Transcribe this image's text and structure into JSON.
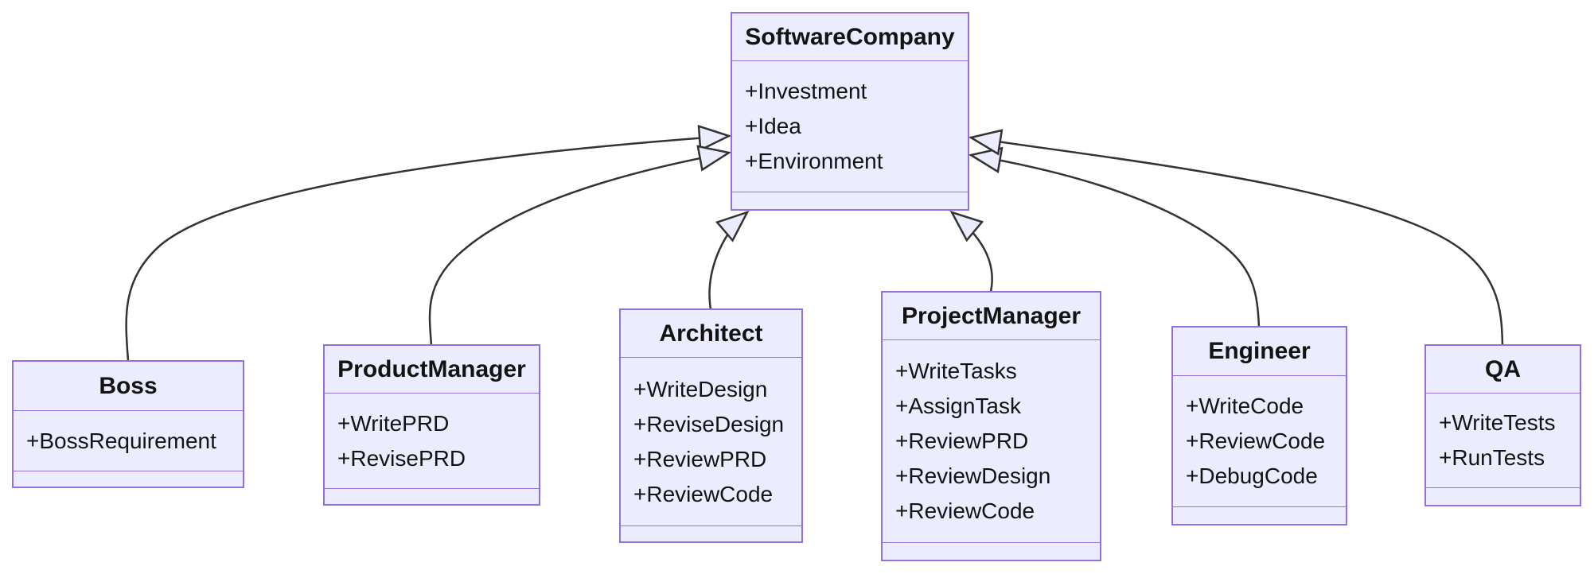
{
  "diagram": {
    "kind": "uml-class-diagram",
    "colors": {
      "node_fill": "#ECECFF",
      "node_border": "#9370DB",
      "edge_stroke": "#333333",
      "text": "#131313",
      "background": "#ffffff"
    },
    "classes": [
      {
        "id": "SoftwareCompany",
        "name": "SoftwareCompany",
        "attributes": [
          "+Investment",
          "+Idea",
          "+Environment"
        ],
        "methods": []
      },
      {
        "id": "Boss",
        "name": "Boss",
        "attributes": [
          "+BossRequirement"
        ],
        "methods": []
      },
      {
        "id": "ProductManager",
        "name": "ProductManager",
        "attributes": [
          "+WritePRD",
          "+RevisePRD"
        ],
        "methods": []
      },
      {
        "id": "Architect",
        "name": "Architect",
        "attributes": [
          "+WriteDesign",
          "+ReviseDesign",
          "+ReviewPRD",
          "+ReviewCode"
        ],
        "methods": []
      },
      {
        "id": "ProjectManager",
        "name": "ProjectManager",
        "attributes": [
          "+WriteTasks",
          "+AssignTask",
          "+ReviewPRD",
          "+ReviewDesign",
          "+ReviewCode"
        ],
        "methods": []
      },
      {
        "id": "Engineer",
        "name": "Engineer",
        "attributes": [
          "+WriteCode",
          "+ReviewCode",
          "+DebugCode"
        ],
        "methods": []
      },
      {
        "id": "QA",
        "name": "QA",
        "attributes": [
          "+WriteTests",
          "+RunTests"
        ],
        "methods": []
      }
    ],
    "relations": [
      {
        "from": "Boss",
        "to": "SoftwareCompany",
        "type": "inheritance",
        "arrowhead": "hollow-triangle"
      },
      {
        "from": "ProductManager",
        "to": "SoftwareCompany",
        "type": "inheritance",
        "arrowhead": "hollow-triangle"
      },
      {
        "from": "Architect",
        "to": "SoftwareCompany",
        "type": "inheritance",
        "arrowhead": "hollow-triangle"
      },
      {
        "from": "ProjectManager",
        "to": "SoftwareCompany",
        "type": "inheritance",
        "arrowhead": "hollow-triangle"
      },
      {
        "from": "Engineer",
        "to": "SoftwareCompany",
        "type": "inheritance",
        "arrowhead": "hollow-triangle"
      },
      {
        "from": "QA",
        "to": "SoftwareCompany",
        "type": "inheritance",
        "arrowhead": "hollow-triangle"
      }
    ]
  }
}
